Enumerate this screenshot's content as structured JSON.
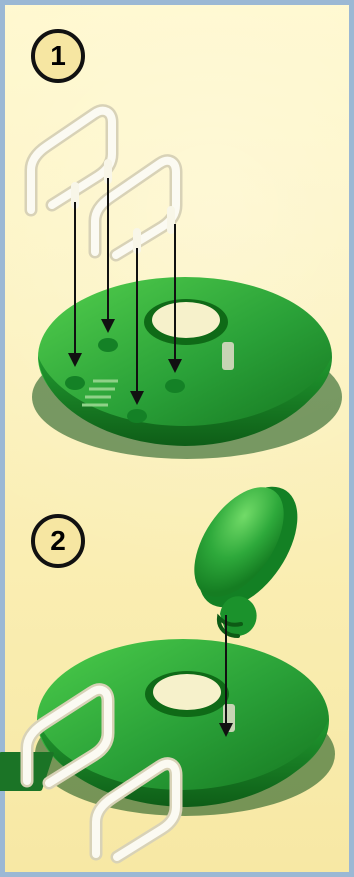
{
  "steps": {
    "first": "1",
    "second": "2"
  },
  "icons": {
    "step_one": "numbered-step-badge",
    "step_two": "numbered-step-badge",
    "green_base_platform": "green-platform-illustration",
    "white_ladders": "ladder-rail-illustration",
    "green_lid": "green-lid-illustration",
    "assembly_arrows": "down-arrow-icons"
  },
  "colors": {
    "background": "#fdf4b6",
    "accent_border": "#9bb8d4",
    "green": "#2fa93c",
    "green_dark": "#197d24",
    "rail": "#f8f6e8",
    "arrow": "#111111"
  }
}
